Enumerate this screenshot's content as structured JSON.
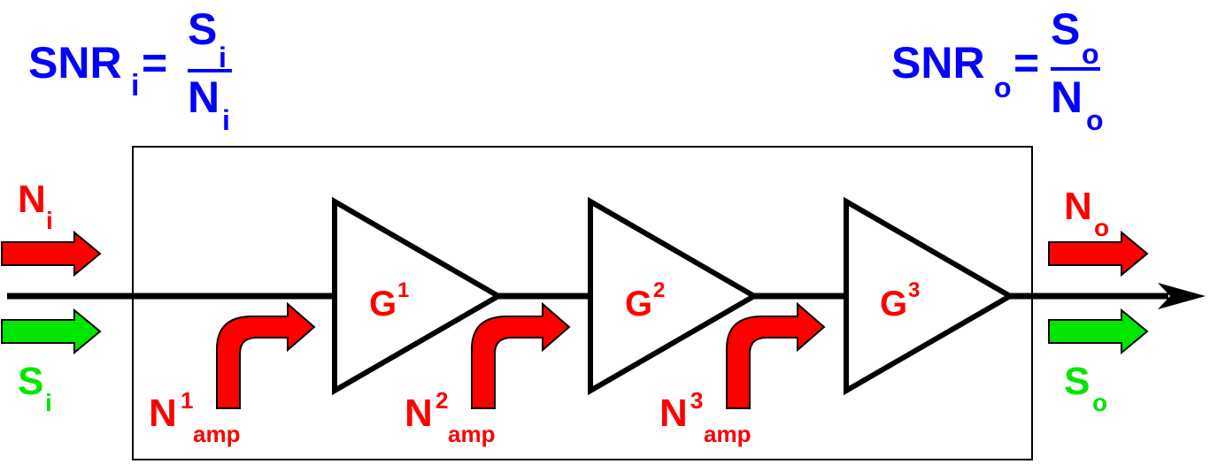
{
  "colors": {
    "formula": "#0000ff",
    "noise": "#ff0000",
    "signal": "#00e600",
    "lines": "#000000"
  },
  "input_snr": {
    "lhs": "SNR",
    "lhs_sub": "i",
    "equals": "=",
    "num": "S",
    "num_sub": "i",
    "den": "N",
    "den_sub": "i"
  },
  "output_snr": {
    "lhs": "SNR",
    "lhs_sub": "o",
    "equals": "=",
    "num": "S",
    "num_sub": "o",
    "den": "N",
    "den_sub": "o"
  },
  "input_noise": {
    "base": "N",
    "sub": "i"
  },
  "input_signal": {
    "base": "S",
    "sub": "i"
  },
  "output_noise": {
    "base": "N",
    "sub": "o"
  },
  "output_signal": {
    "base": "S",
    "sub": "o"
  },
  "stages": [
    {
      "gain": "G",
      "gain_sup": "1",
      "noise": "N",
      "noise_sup": "1",
      "noise_sub": "amp"
    },
    {
      "gain": "G",
      "gain_sup": "2",
      "noise": "N",
      "noise_sup": "2",
      "noise_sub": "amp"
    },
    {
      "gain": "G",
      "gain_sup": "3",
      "noise": "N",
      "noise_sup": "3",
      "noise_sub": "amp"
    }
  ]
}
